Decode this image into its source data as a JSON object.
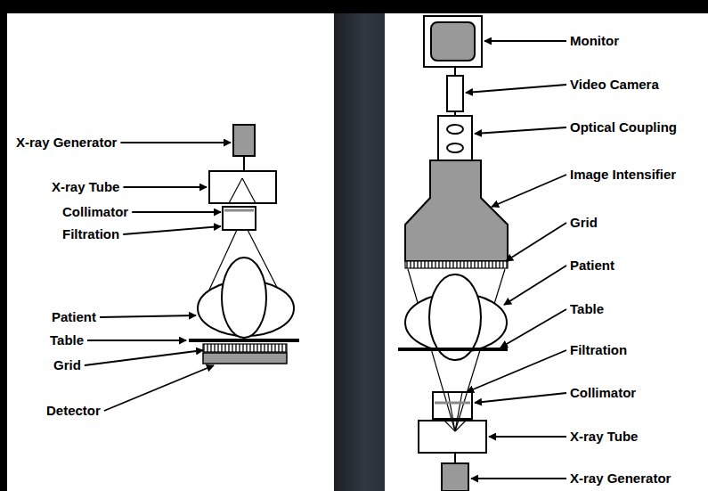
{
  "diagram": {
    "labels": [
      "X-ray Generator",
      "X-ray Tube",
      "Collimator",
      "Filtration",
      "Patient",
      "Table",
      "Grid",
      "Detector",
      "Monitor",
      "Video Camera",
      "Optical Coupling",
      "Image Intensifier",
      "Grid",
      "Patient",
      "Table",
      "Filtration",
      "Collimator",
      "X-ray Tube",
      "X-ray Generator"
    ]
  }
}
